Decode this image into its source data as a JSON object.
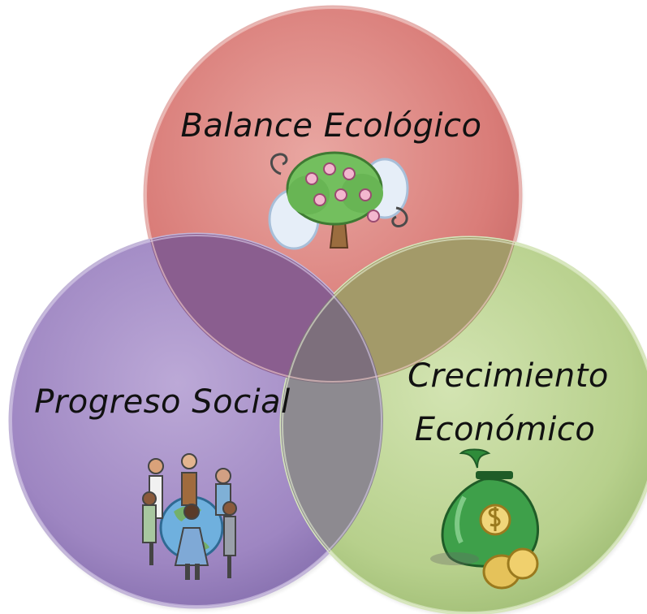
{
  "diagram": {
    "circles": [
      {
        "id": "ecologico",
        "label_lines": [
          "Balance Ecológico"
        ],
        "color": "#d97c78",
        "illustration": "tree-icon"
      },
      {
        "id": "social",
        "label_lines": [
          "Progreso Social"
        ],
        "color": "#9e86c2",
        "illustration": "people-around-globe-icon"
      },
      {
        "id": "economico",
        "label_lines": [
          "Crecimiento",
          "Económico"
        ],
        "color": "#b7d08c",
        "illustration": "money-bag-icon"
      }
    ],
    "colors": {
      "red": "#d97c78",
      "purple": "#9e86c2",
      "green": "#b7d08c",
      "overlap_red_purple": "#8a5e8f",
      "overlap_red_green": "#a39a69",
      "overlap_center": "#7d6f7c"
    }
  }
}
